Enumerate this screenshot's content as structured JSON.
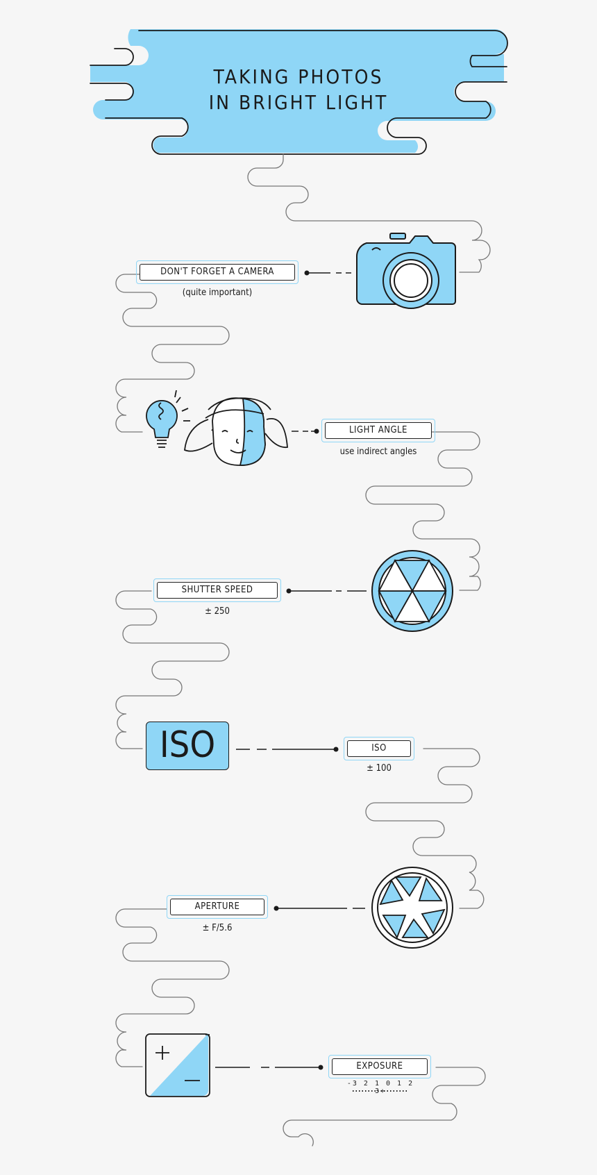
{
  "title": {
    "line1": "TAKING PHOTOS",
    "line2": "IN BRIGHT LIGHT"
  },
  "colors": {
    "accent": "#8fd6f6",
    "stroke": "#1a1a1a",
    "background": "#f6f6f6"
  },
  "steps": [
    {
      "label": "DON'T FORGET A CAMERA",
      "detail": "(quite important)",
      "icon": "camera-icon"
    },
    {
      "label": "LIGHT ANGLE",
      "detail": "use indirect angles",
      "icon": "lightbulb-face-icon"
    },
    {
      "label": "SHUTTER SPEED",
      "detail": "± 250",
      "icon": "shutter-icon"
    },
    {
      "label": "ISO",
      "detail": "± 100",
      "icon": "iso-icon",
      "icon_text": "ISO"
    },
    {
      "label": "APERTURE",
      "detail": "± F/5.6",
      "icon": "aperture-icon"
    },
    {
      "label": "EXPOSURE",
      "detail": "-3 2 1 0 1 2 3+",
      "icon": "exposure-icon"
    }
  ]
}
